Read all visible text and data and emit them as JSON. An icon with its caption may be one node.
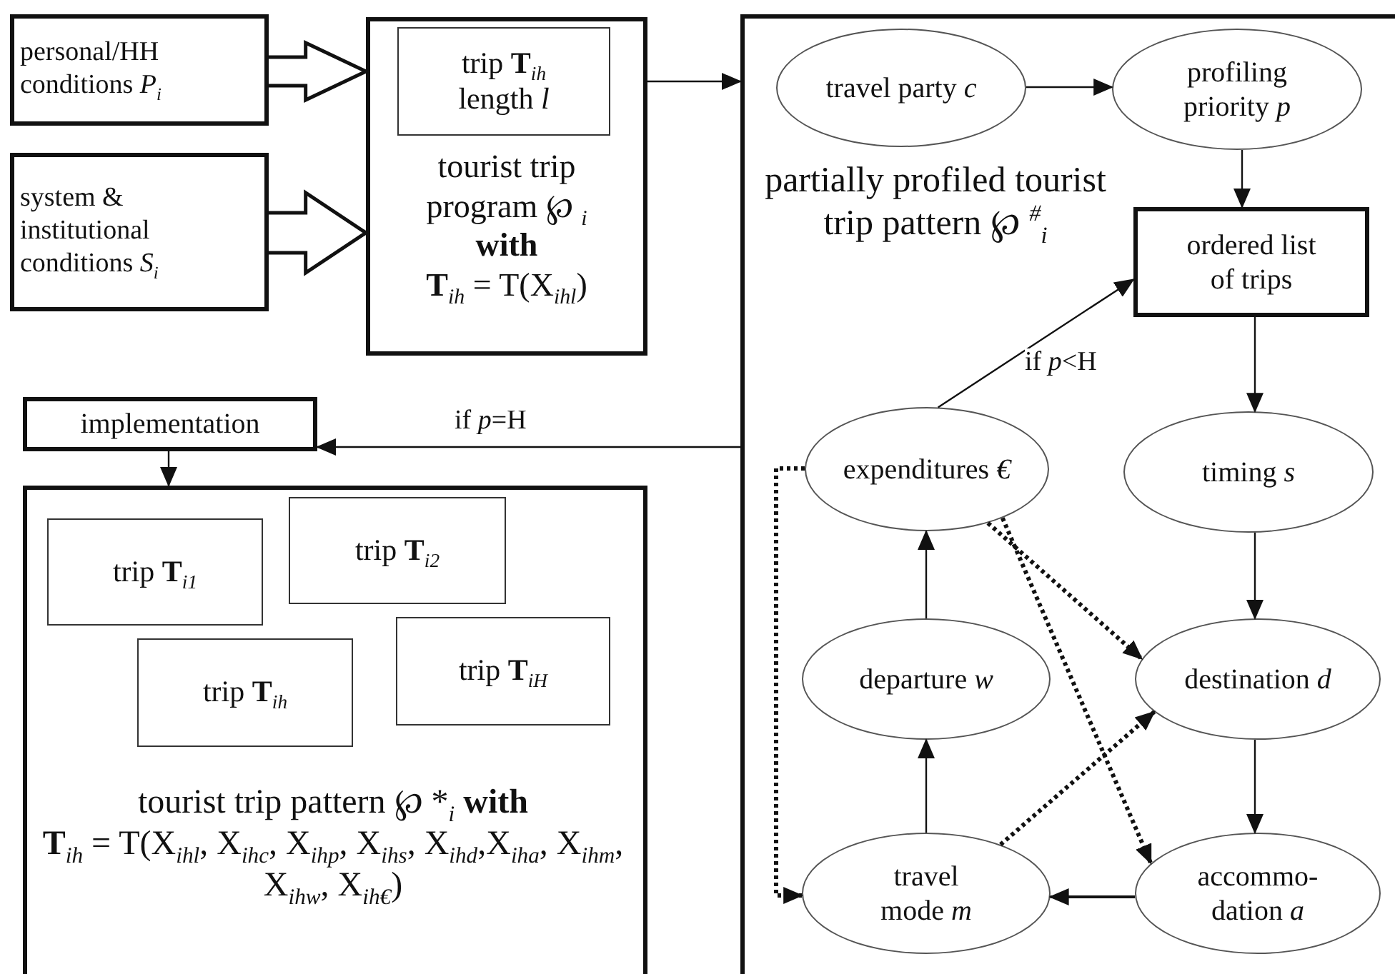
{
  "diagram": {
    "nodes": [
      {
        "text": [
          "personal/HH conditions *P*$_{i}$"
        ]
      },
      {
        "text": [
          "system & institutional conditions *S*$_{i}$"
        ]
      },
      {
        "text": [
          "tourist trip program ℘ $_{i}$",
          "with",
          "**T**$_{ih}$ = T(X$_{ihl}$)"
        ]
      },
      {
        "text": [
          "trip **T**$_{ih}$ length *l*"
        ],
        "in": 2
      },
      {
        "text": [
          "partially profiled tourist trip pattern ℘ $^{#}$$_{i}$"
        ]
      },
      {
        "text": [
          "travel party *c*"
        ],
        "in": 4
      },
      {
        "text": [
          "profiling priority *p*"
        ],
        "in": 4
      },
      {
        "text": [
          "ordered list of trips"
        ],
        "in": 4
      },
      {
        "text": [
          "expenditures *€*"
        ],
        "in": 4
      },
      {
        "text": [
          "timing *s*"
        ],
        "in": 4
      },
      {
        "text": [
          "departure *w*"
        ],
        "in": 4
      },
      {
        "text": [
          "destination *d*"
        ],
        "in": 4
      },
      {
        "text": [
          "travel mode *m*"
        ],
        "in": 4
      },
      {
        "text": [
          "accommo- dation *a*"
        ],
        "in": 4
      },
      {
        "text": [
          "implementation"
        ]
      },
      {
        "text": [
          "tourist trip pattern ℘ *$_{i}$ **with**",
          "**T**$_{ih}$ = T(X$_{ihl}$, X$_{ihc}$, X$_{ihp}$, X$_{ihs}$, X$_{ihd}$,X$_{iha}$, X$_{ihm}$, X$_{ihw}$, X$_{ih€}$)"
        ]
      },
      {
        "text": [
          "trip **T**$_{i1}$"
        ],
        "in": 15
      },
      {
        "text": [
          "trip **T**$_{i2}$"
        ],
        "in": 15
      },
      {
        "text": [
          "trip **T**$_{ih}$"
        ],
        "in": 15
      },
      {
        "text": [
          "trip **T**$_{iH}$"
        ],
        "in": 15
      }
    ],
    "edges": [
      {
        "from": 0,
        "to": 2,
        "arrow": "to",
        "style": "thick"
      },
      {
        "from": 1,
        "to": 2,
        "arrow": "to",
        "style": "thick"
      },
      {
        "from": 2,
        "to": 4,
        "arrow": "to"
      },
      {
        "from": 4,
        "to": 14,
        "arrow": "to",
        "label": "if *p*=H"
      },
      {
        "from": 14,
        "to": 15,
        "arrow": "to"
      },
      {
        "from": 5,
        "to": 6,
        "arrow": "to"
      },
      {
        "from": 6,
        "to": 7,
        "arrow": "to"
      },
      {
        "from": 7,
        "to": 9,
        "arrow": "to"
      },
      {
        "from": 9,
        "to": 11,
        "arrow": "to"
      },
      {
        "from": 11,
        "to": 13,
        "arrow": "to"
      },
      {
        "from": 13,
        "to": 12,
        "arrow": "to"
      },
      {
        "from": 12,
        "to": 10,
        "arrow": "to"
      },
      {
        "from": 10,
        "to": 8,
        "arrow": "to"
      },
      {
        "from": 8,
        "to": 7,
        "arrow": "to",
        "label": "if *p*<H"
      },
      {
        "from": 8,
        "to": 12,
        "arrow": "to",
        "style": "dashed"
      },
      {
        "from": 8,
        "to": 11,
        "arrow": "to",
        "style": "dashed"
      },
      {
        "from": 8,
        "to": 13,
        "arrow": "to",
        "style": "dashed"
      },
      {
        "from": 12,
        "to": 11,
        "arrow": "to",
        "style": "dashed"
      }
    ]
  }
}
